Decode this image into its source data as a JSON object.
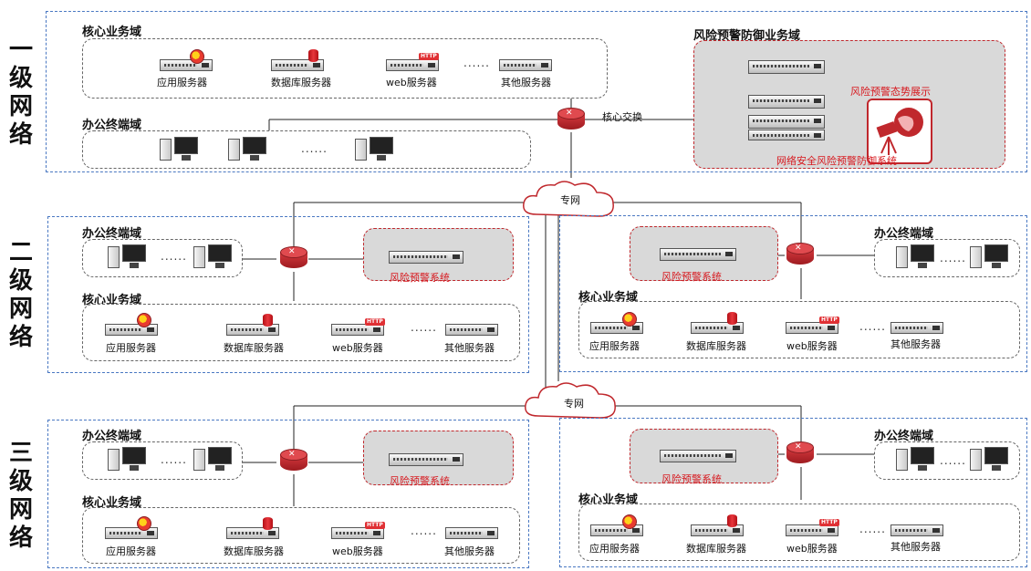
{
  "levels": {
    "l1": {
      "chars": [
        "一",
        "级",
        "网",
        "络"
      ]
    },
    "l2": {
      "chars": [
        "二",
        "级",
        "网",
        "络"
      ]
    },
    "l3": {
      "chars": [
        "三",
        "级",
        "网",
        "络"
      ]
    }
  },
  "domains": {
    "core": "核心业务域",
    "office": "办公终端域",
    "risk": "风险预警防御业务域"
  },
  "servers": {
    "app": "应用服务器",
    "db": "数据库服务器",
    "web": "web服务器",
    "other": "其他服务器"
  },
  "labels": {
    "core_switch": "核心交换",
    "private_net": "专网",
    "risk_display": "风险预警态势展示",
    "risk_system_main": "网络安全风险预警防御系统",
    "risk_system": "风险预警系统",
    "dots": "......",
    "http": "HTTP"
  },
  "colors": {
    "accent_red": "#d7191f",
    "blue_border": "#4a78c2",
    "gray_fill": "#d9d9d9"
  }
}
